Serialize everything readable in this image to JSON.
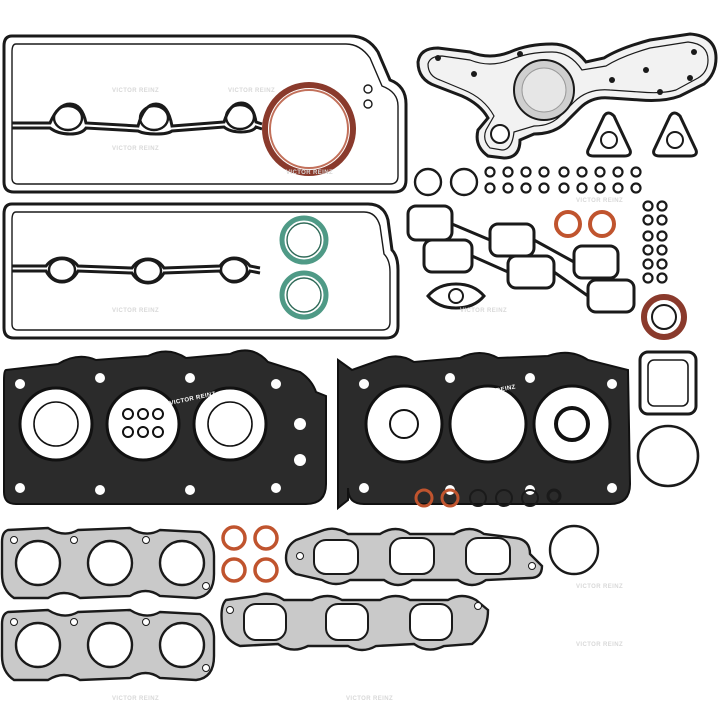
{
  "image": {
    "subject": "engine-gasket-set",
    "watermark_text": "VICTOR REINZ",
    "part_stamp_text": "VICTOR REINZ",
    "colors": {
      "background": "#ffffff",
      "outline": "#1a1a1a",
      "head_gasket_face": "#2b2b2b",
      "metal_gasket": "#c9c9c9",
      "copper_seal": "#c0542e",
      "green_seal": "#4f9a86",
      "brown_seal": "#8a3a2c"
    }
  }
}
